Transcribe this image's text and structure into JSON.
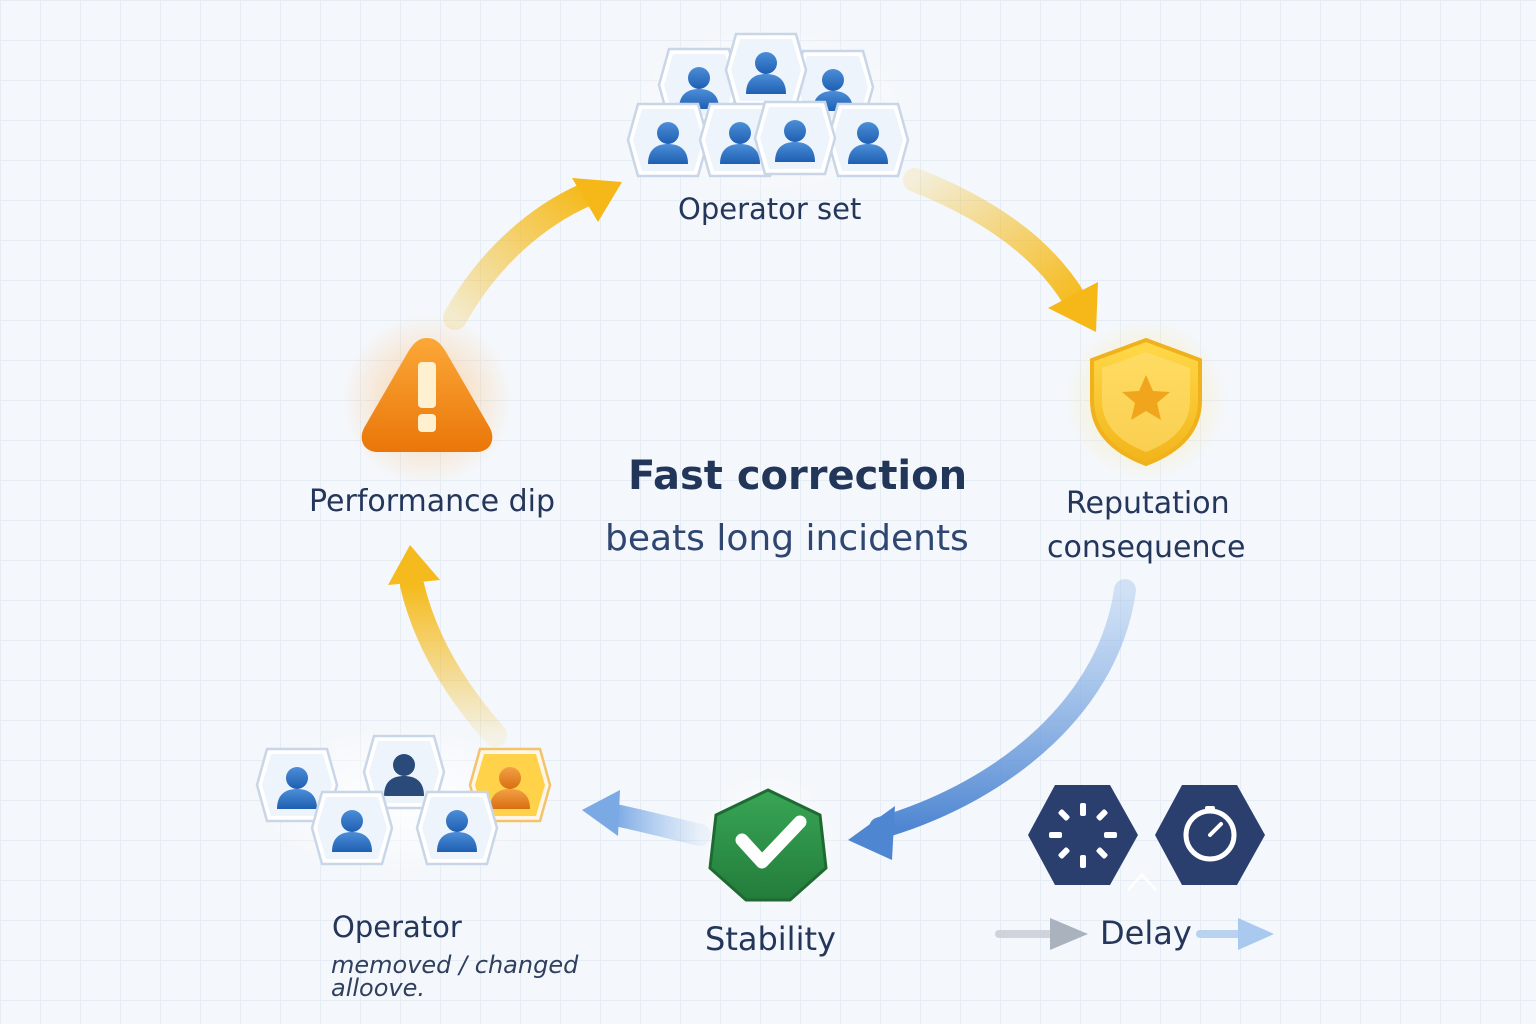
{
  "center": {
    "title": "Fast correction",
    "subtitle": "beats long incidents"
  },
  "nodes": {
    "operator_set": {
      "label": "Operator set",
      "icon": "operator-group-icon"
    },
    "reputation": {
      "label_line1": "Reputation",
      "label_line2": "consequence",
      "icon": "shield-star-icon"
    },
    "stability": {
      "label": "Stability",
      "icon": "check-hexagon-icon"
    },
    "operator_removed": {
      "label": "Operator",
      "note_line1": "memoved / changed",
      "note_line2": "alloove.",
      "icon": "operator-group-icon"
    },
    "performance_dip": {
      "label": "Performance dip",
      "icon": "warning-triangle-icon"
    },
    "delay": {
      "label": "Delay",
      "icons": [
        "loading-spinner-icon",
        "clock-icon"
      ]
    }
  },
  "colors": {
    "arrow_yellow": "#f5bb1e",
    "arrow_blue": "#5a8fd6",
    "warning_orange": "#f28a12",
    "shield_yellow": "#f7c52a",
    "stability_green": "#2e9148",
    "delay_navy": "#2a3f6e",
    "operator_blue": "#2f6fc2",
    "operator_orange": "#e9841d"
  }
}
